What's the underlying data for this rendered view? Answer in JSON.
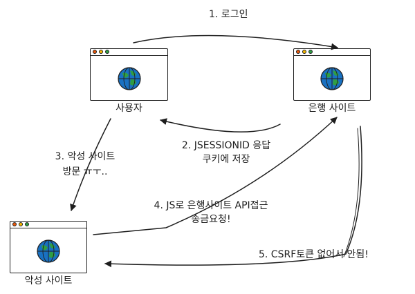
{
  "nodes": {
    "user": {
      "label": "사용자"
    },
    "bank": {
      "label": "은행 사이트"
    },
    "malicious": {
      "label": "악성 사이트"
    }
  },
  "edges": {
    "login": {
      "label": "1. 로그인"
    },
    "jsession": {
      "line1": "2. JSESSIONID 응답",
      "line2": "쿠키에 저장"
    },
    "visit": {
      "line1": "3. 악성 사이트",
      "line2": "방문 ㅠㅜ.."
    },
    "js_access": {
      "line1": "4. JS로 은행사이트 API접근",
      "line2": "송금요청!"
    },
    "csrf": {
      "label": "5. CSRF토큰 없어서 안됨!"
    }
  },
  "colors": {
    "stroke": "#1e1e1e",
    "dot_red": "#e8590c",
    "dot_yellow": "#f5b700",
    "dot_green": "#2f9e44",
    "globe_water": "#1971c2",
    "globe_land": "#2f9e44"
  },
  "icons": {
    "window": "browser-window-icon",
    "globe": "globe-icon"
  }
}
